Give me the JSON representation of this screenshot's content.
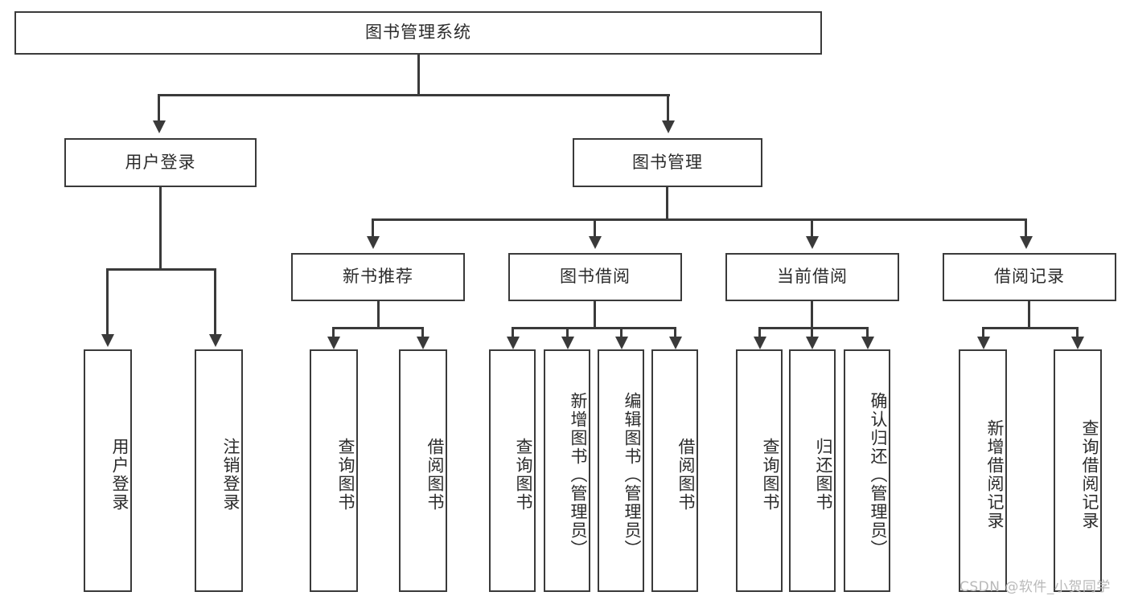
{
  "diagram": {
    "title": "图书管理系统",
    "type": "tree-hierarchy",
    "root": {
      "label": "图书管理系统"
    },
    "level1": [
      {
        "label": "用户登录"
      },
      {
        "label": "图书管理"
      }
    ],
    "level2": [
      {
        "label": "新书推荐"
      },
      {
        "label": "图书借阅"
      },
      {
        "label": "当前借阅"
      },
      {
        "label": "借阅记录"
      }
    ],
    "leaves": {
      "user_login": [
        {
          "label": "用户登录"
        },
        {
          "label": "注销登录"
        }
      ],
      "new_book_recommend": [
        {
          "label": "查询图书"
        },
        {
          "label": "借阅图书"
        }
      ],
      "book_borrow": [
        {
          "label": "查询图书"
        },
        {
          "label": "新增图书（管理员）"
        },
        {
          "label": "编辑图书（管理员）"
        },
        {
          "label": "借阅图书"
        }
      ],
      "current_borrow": [
        {
          "label": "查询图书"
        },
        {
          "label": "归还图书"
        },
        {
          "label": "确认归还（管理员）"
        }
      ],
      "borrow_record": [
        {
          "label": "新增借阅记录"
        },
        {
          "label": "查询借阅记录"
        }
      ]
    }
  },
  "watermark": {
    "text": "CSDN @软件_小贺同学"
  },
  "colors": {
    "stroke": "#3a3a3a",
    "fill": "#ffffff",
    "text": "#2b2b2b",
    "watermark": "#b9b9b9"
  }
}
